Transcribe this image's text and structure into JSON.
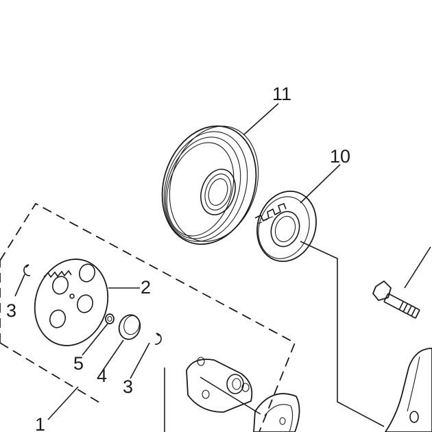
{
  "diagram": {
    "callouts": {
      "c1": "1",
      "c2": "2",
      "c3a": "3",
      "c3b": "3",
      "c4": "4",
      "c5": "5",
      "c10": "10",
      "c11": "11"
    }
  }
}
